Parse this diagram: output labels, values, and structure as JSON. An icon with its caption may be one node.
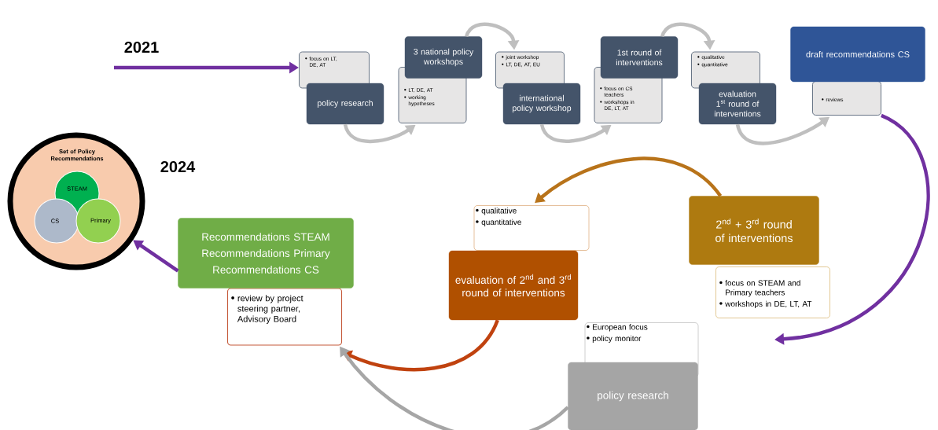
{
  "diagram": {
    "nodes": [
      {
        "text": [
          "focus on LT, DE, AT"
        ]
      },
      {
        "text": [
          "policy research"
        ]
      },
      {
        "text": [
          "LT, DE, AT",
          "working hypotheses"
        ]
      },
      {
        "text": [
          "3 national policy workshops"
        ]
      },
      {
        "text": [
          "joint workshop",
          "LT, DE, AT, EU"
        ]
      },
      {
        "text": [
          "international policy workshop"
        ]
      },
      {
        "text": [
          "focus on CS teachers",
          "workshops in DE, LT, AT"
        ]
      },
      {
        "text": [
          "1st round of interventions"
        ]
      },
      {
        "text": [
          "qualitative",
          "quantitative"
        ]
      },
      {
        "text": [
          "evaluation 1$^{st}$ round of interventions"
        ]
      },
      {
        "text": [
          "draft recommendations CS"
        ]
      },
      {
        "text": [
          "reviews"
        ]
      },
      {
        "text": [
          "2$^{nd}$ + 3$^{rd}$ round of interventions"
        ]
      },
      {
        "text": [
          "focus on STEAM and Primary teachers",
          "workshops in DE, LT, AT"
        ]
      },
      {
        "text": [
          "qualitative",
          "quantitative"
        ]
      },
      {
        "text": [
          "evaluation of 2$^{nd}$ and 3$^{rd}$ round of interventions"
        ]
      },
      {
        "text": [
          "European focus",
          "policy monitor"
        ]
      },
      {
        "text": [
          "policy research"
        ]
      },
      {
        "text": [
          "Recommendations STEAM",
          "Recommendations Primary",
          "Recommendations CS"
        ]
      },
      {
        "text": [
          "review by project steering partner, Advisory Board"
        ]
      },
      {
        "text": [
          "Set of Policy Recommendations"
        ]
      },
      {
        "text": [
          "STEAM"
        ],
        "in": 20
      },
      {
        "text": [
          "CS"
        ],
        "in": 20
      },
      {
        "text": [
          "Primary"
        ],
        "in": 20
      }
    ],
    "edges": [
      {
        "from": null,
        "to": 0,
        "arrow": "to",
        "color": "#7030a0"
      },
      {
        "from": 1,
        "to": 2,
        "arrow": "to"
      },
      {
        "from": 3,
        "to": 4,
        "arrow": "to"
      },
      {
        "from": 5,
        "to": 6,
        "arrow": "to"
      },
      {
        "from": 7,
        "to": 8,
        "arrow": "to"
      },
      {
        "from": 9,
        "to": 11,
        "arrow": "to"
      },
      {
        "from": 11,
        "to": null,
        "arrow": "to",
        "color": "#7030a0"
      },
      {
        "from": 12,
        "to": 14,
        "arrow": "to",
        "color": "#b8731a"
      },
      {
        "from": 15,
        "to": 19,
        "arrow": "to",
        "color": "#c0420f"
      },
      {
        "from": 17,
        "to": 19,
        "arrow": "to",
        "color": "#a6a6a6"
      },
      {
        "from": 18,
        "to": 20,
        "arrow": "to",
        "color": "#7030a0"
      }
    ],
    "labels": [
      "2021",
      "2024"
    ]
  }
}
